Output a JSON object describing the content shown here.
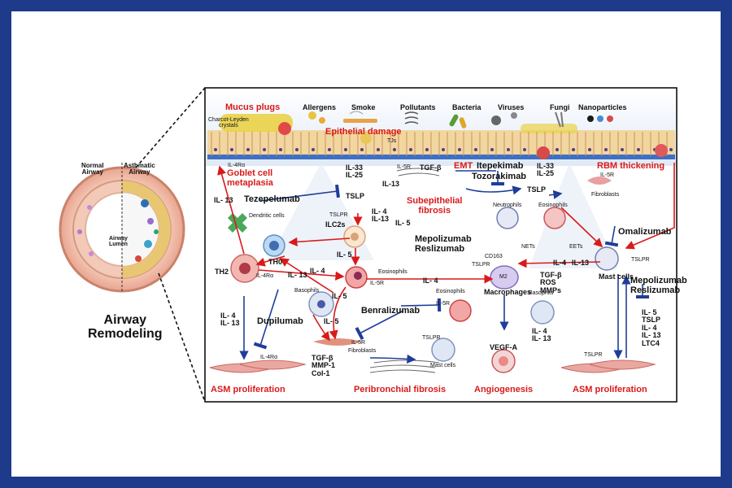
{
  "airway": {
    "normal_label": "Normal\nAirway",
    "asthmatic_label": "Asthmatic\nAirway",
    "lumen_label": "Airway\nLumen",
    "title": "Airway\nRemodeling"
  },
  "triggers": [
    "Allergens",
    "Smoke",
    "Pollutants",
    "Bacteria",
    "Viruses",
    "Fungi",
    "Nanoparticles"
  ],
  "epithelium": {
    "mucus_plugs": "Mucus plugs",
    "charcot": "Charcot-Leyden\ncrystals",
    "epithelial_damage": "Epithelial damage",
    "tjs": "TJs",
    "il4ra_top": "IL-4Rα",
    "il5r_top": "IL-5R"
  },
  "processes": {
    "goblet": "Goblet  cell\nmetaplasia",
    "subepithelial": "Subepithelial\nfibrosis",
    "emt": "EMT",
    "rbm": "RBM thickening",
    "asm_left": "ASM  proliferation",
    "asm_right": "ASM  proliferation",
    "peribronchial": "Peribronchial  fibrosis",
    "angiogenesis": "Angiogenesis"
  },
  "drugs": {
    "tezepelumab": "Tezepelumab",
    "mepo_resli_center": "Mepolizumab\nReslizumab",
    "itepekimab": "Itepekimab",
    "tozorakimab": "Tozorakimab",
    "omalizumab": "Omalizumab",
    "mepo_resli_right": "Mepolizumab\nReslizumab",
    "benralizumab": "Benralizumab",
    "dupilumab": "Dupilumab"
  },
  "cells": {
    "dendritic": "Dendritic cells",
    "th0": "TH0",
    "th2": "TH2",
    "ilc2": "ILC2s",
    "tslpr_ilc2": "TSLPR",
    "basophils_left": "Basophils",
    "eosinophils_mid": "Eosinophils",
    "il5r_mid": "IL-5R",
    "fibroblasts_bottom": "Fibroblasts",
    "il5r_fib": "IL-5R",
    "neutrophils": "Neutrophils",
    "nets": "NETs",
    "eosinophils_right": "Eosinophils",
    "eets": "EETs",
    "fibroblasts_right": "Fibroblasts",
    "il5r_right": "IL-5R",
    "cd163": "CD163",
    "tslpr_mac": "TSLPR",
    "m2": "M2",
    "macrophages": "Macrophages",
    "mast_cells_right": "Mast cells",
    "tslpr_mast": "TSLPR",
    "eosinophils_low": "Eosinophils",
    "il5r_low": "IL-5R",
    "tslpr_mast_low": "TSLPR",
    "mast_cells_low": "Mast cells",
    "basophils_right": "Basophils",
    "il4ra_th2": "IL-4Rα",
    "il4ra_asm": "IL-4Rα",
    "tslpr_asm": "TSLPR"
  },
  "mediators": {
    "il13_left": "IL- 13",
    "tslp_mid": "TSLP",
    "il33_il25": "IL-33\nIL-25",
    "il13_up": "IL-13",
    "il4_il13_mid": "IL- 4\nIL-13",
    "il5_mid": "IL- 5",
    "il5_center": "IL- 5",
    "tgfb_top": "TGF-β",
    "il33_il25_right": "IL-33\nIL-25",
    "tslp_right": "TSLP",
    "il4_left": "IL- 4",
    "il13_left2": "IL- 13",
    "il4_il13_th2": "IL- 4\nIL- 13",
    "il5_basophil": "IL- 5",
    "il5_lower": "IL- 5",
    "il4_eos": "IL- 4",
    "tgfb_mac": "TGF-β\nROS\nMMPs",
    "il4_mast": "IL-4",
    "il13_mast": "IL-13",
    "tgfb_fib": "TGF-β\nMMP-1\nCol-1",
    "il4_il13_baso": "IL- 4\nIL- 13",
    "vegf": "VEGF-A",
    "mast_list": "IL- 5\nTSLP\nIL- 4\nIL- 13\nLTC4"
  },
  "colors": {
    "activation": "#d91a1a",
    "inhibition": "#1f3d99",
    "frame": "#1e3a8a"
  }
}
